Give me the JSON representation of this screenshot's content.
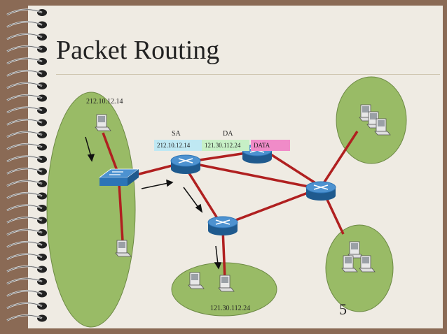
{
  "slide": {
    "title": "Packet Routing",
    "page_number": "5"
  },
  "labels": {
    "source_network": "212.10.12.14",
    "dest_network": "121.30.112.24",
    "sa_header": "SA",
    "da_header": "DA"
  },
  "packet": {
    "source_address": "212.10.12.14",
    "destination_address": "121.30.112.24",
    "data": "DATA",
    "colors": {
      "sa": "#bfe8f3",
      "da": "#c7f0c6",
      "data": "#f08bc8"
    }
  },
  "colors": {
    "background": "#8a6a55",
    "slide": "#efebe3",
    "network_fill": "#99bb66",
    "link": "#b02020",
    "router": "#2c74b6"
  }
}
